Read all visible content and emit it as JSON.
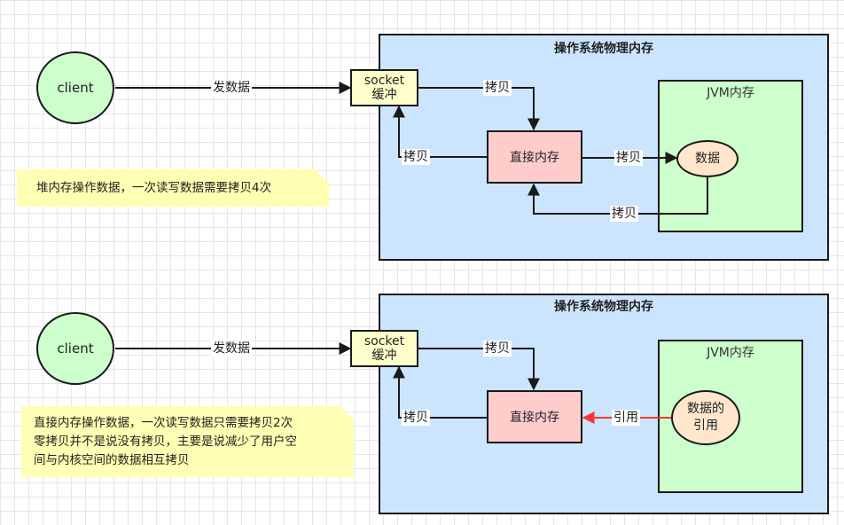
{
  "diagram1": {
    "os_title": "操作系统物理内存",
    "jvm_title": "JVM内存",
    "client_label": "client",
    "socket_line1": "socket",
    "socket_line2": "缓冲",
    "direct_label": "直接内存",
    "data_label": "数据",
    "send_label": "发数据",
    "copy_socket_to_direct": "拷贝",
    "copy_direct_to_socket": "拷贝",
    "copy_direct_to_data": "拷贝",
    "copy_data_to_direct": "拷贝",
    "note": "堆内存操作数据，一次读写数据需要拷贝4次"
  },
  "diagram2": {
    "os_title": "操作系统物理内存",
    "jvm_title": "JVM内存",
    "client_label": "client",
    "socket_line1": "socket",
    "socket_line2": "缓冲",
    "direct_label": "直接内存",
    "data_ref_line1": "数据的",
    "data_ref_line2": "引用",
    "send_label": "发数据",
    "copy_socket_to_direct": "拷贝",
    "copy_direct_to_socket": "拷贝",
    "reference_label": "引用",
    "note_line1": "直接内存操作数据，一次读写数据只需要拷贝2次",
    "note_line2": "零拷贝并不是说没有拷贝，主要是说减少了用户空",
    "note_line3": "间与内核空间的数据相互拷贝"
  },
  "colors": {
    "os_fill": "#cce5ff",
    "jvm_fill": "#ccffcc",
    "client_fill": "#ccffcc",
    "socket_fill": "#ffffcc",
    "direct_fill": "#ffcccc",
    "data_fill": "#ffe6cc",
    "note_fill": "#ffffb3",
    "reference_arrow": "#ff3333"
  }
}
